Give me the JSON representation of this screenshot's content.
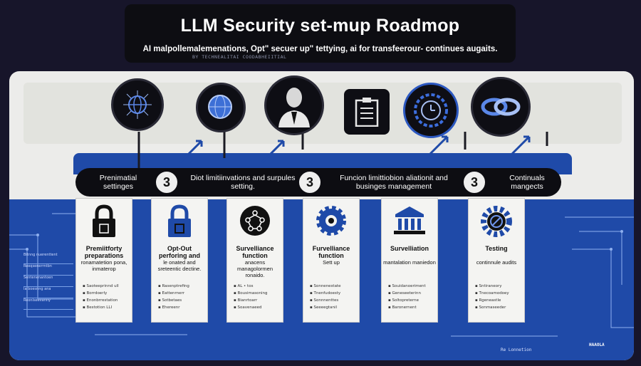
{
  "header": {
    "title": "LLM Security set-mup Roadmop",
    "subtitle": "AI malpollemalemenations, Opt\" secuer up\" tettying, ai for transfeerour- continues augaits.",
    "byline": "BY TECHNEALITAI COODABHEIITIAL"
  },
  "banner": {
    "steps": [
      {
        "label": "Prenimatial settinges"
      },
      {
        "number": "3",
        "label": "Diot limitiinvations and surpules setting."
      },
      {
        "number": "3",
        "label": "Funcion limittiobion aliationit and businges management"
      },
      {
        "number": "3",
        "label": "Continuals mangects"
      }
    ]
  },
  "top_icons": [
    "globe-network-icon",
    "magnifier-globe-icon",
    "person-icon",
    "document-icon",
    "clock-gear-icon",
    "chain-link-icon"
  ],
  "cards": [
    {
      "icon": "padlock-icon",
      "title": "Premiitforty preparations",
      "desc": "ronamatetion pona, inmaterop",
      "bullets": [
        "Saoteeprinnd ull",
        "Borrdoerly",
        "Enonbrrestation",
        "Bestotion LLI"
      ]
    },
    {
      "icon": "padlock-icon",
      "title": "Opt-Out perforing and",
      "desc": "le onated and sreteentic dectine.",
      "bullets": [
        "Rasenptrefing",
        "Eattenrnerr",
        "Sotbetaes",
        "Ehereenr"
      ]
    },
    {
      "icon": "network-nodes-icon",
      "title": "Survelliance function",
      "desc": "anacens managolormen ronaido.",
      "bullets": [
        "AL • tos",
        "Bousimasoning",
        "Bianrtoarr",
        "Soavenaeed"
      ]
    },
    {
      "icon": "gear-icon",
      "title": "Furvelliance function",
      "desc": "Sett up",
      "bullets": [
        "Sonnenestate",
        "Tnenfudoesty",
        "Sonnnenttes",
        "Seeeegtanil"
      ]
    },
    {
      "icon": "bank-building-icon",
      "title": "Survelliation",
      "desc": "mantalation maniedon",
      "bullets": [
        "Souidanoeriment",
        "Geneseeterinn",
        "Soltopreterne",
        "Baronernent"
      ]
    },
    {
      "icon": "gear-target-icon",
      "title": "Testing",
      "desc": "continnule audits",
      "bullets": [
        "Sntiraneory",
        "Tnecoamodoey",
        "Rgeneastle",
        "Sonmaseeder"
      ]
    }
  ],
  "side_notes": [
    "Bitnng nuerenttent",
    "Reeqsenerrntbn",
    "Sentenenantoen",
    "Ia boesnng ana",
    "Reonlseevanny"
  ],
  "footer": {
    "left_note": "Re Lonnetion",
    "right_note": "HAAOLA"
  },
  "colors": {
    "navy": "#0d0d12",
    "blue": "#1f4aa8",
    "panel": "#ececea",
    "card": "#f4f4f2"
  }
}
